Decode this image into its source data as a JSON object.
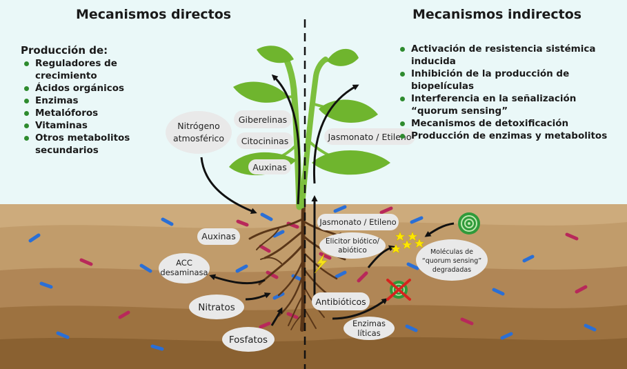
{
  "titles": {
    "left": "Mecanismos directos",
    "right": "Mecanismos indirectos"
  },
  "direct": {
    "heading": "Producción de:",
    "items": [
      "Reguladores de crecimiento",
      "Ácidos orgánicos",
      "Enzimas",
      "Metalóforos",
      "Vitaminas",
      "Otros metabolitos secundarios"
    ]
  },
  "indirect": {
    "items": [
      "Activación de resistencia sistémica inducida",
      "Inhibición de la producción de biopelículas",
      "Interferencia en la señalización “quorum sensing”",
      "Mecanismos de detoxificación",
      "Producción de enzimas y metabolitos"
    ]
  },
  "labels": {
    "nitrogen": [
      "Nitrógeno",
      "atmosférico"
    ],
    "gibberellins": "Giberelinas",
    "cytokinins": "Citocininas",
    "auxins_top": "Auxinas",
    "jasmonate_top": "Jasmonato / Etileno",
    "auxins_root": "Auxinas",
    "acc": [
      "ACC",
      "desaminasa"
    ],
    "nitrates": "Nitratos",
    "phosphates": "Fosfatos",
    "jasmonate_root": "Jasmonato / Etileno",
    "elicitor": [
      "Elicitor biótico/",
      "abiótico"
    ],
    "antibiotics": "Antibióticos",
    "lytic": [
      "Enzimas",
      "líticas"
    ],
    "quorum": [
      "Moléculas de",
      "“quorum sensing”",
      "degradadas"
    ]
  },
  "colors": {
    "sky": "#eaf8f8",
    "soil_top": "#c9a87a",
    "soil_mid": "#b88e5c",
    "soil_deep": "#8f6635",
    "stem": "#7cbf3d",
    "leaf": "#6fb52e",
    "root": "#5a3618",
    "bullet": "#2e8b2e",
    "bacteria_blue": "#2a6fd6",
    "bacteria_red": "#b8285a",
    "label_fill": "#e9e9e9"
  }
}
